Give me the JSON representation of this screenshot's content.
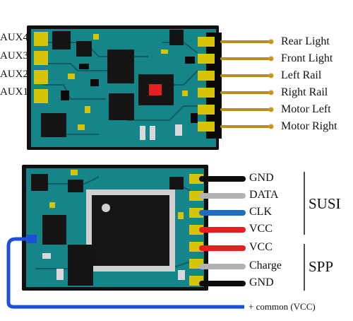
{
  "top_board": {
    "aux_labels": [
      "AUX4",
      "AUX3",
      "AUX2",
      "AUX1"
    ],
    "pin_labels": [
      "Rear Light",
      "Front Light",
      "Left Rail",
      "Right Rail",
      "Motor Left",
      "Motor Right"
    ]
  },
  "bottom_board": {
    "pin_labels": [
      "GND",
      "DATA",
      "CLK",
      "VCC",
      "VCC",
      "Charge",
      "GND"
    ],
    "groups": [
      "SUSI",
      "SPP"
    ],
    "common_label": "+ common (VCC)"
  },
  "colors": {
    "pcb": "#16858a",
    "pcb_dark": "#0e5e63",
    "pad": "#d6c40a",
    "gold_wire": "#b8901c",
    "black_wire": "#0c0c0c",
    "gray_wire": "#b3b3b3",
    "blue_wire": "#1b6ec2",
    "red_wire": "#e41f1f",
    "common_wire": "#1e4fd8"
  }
}
